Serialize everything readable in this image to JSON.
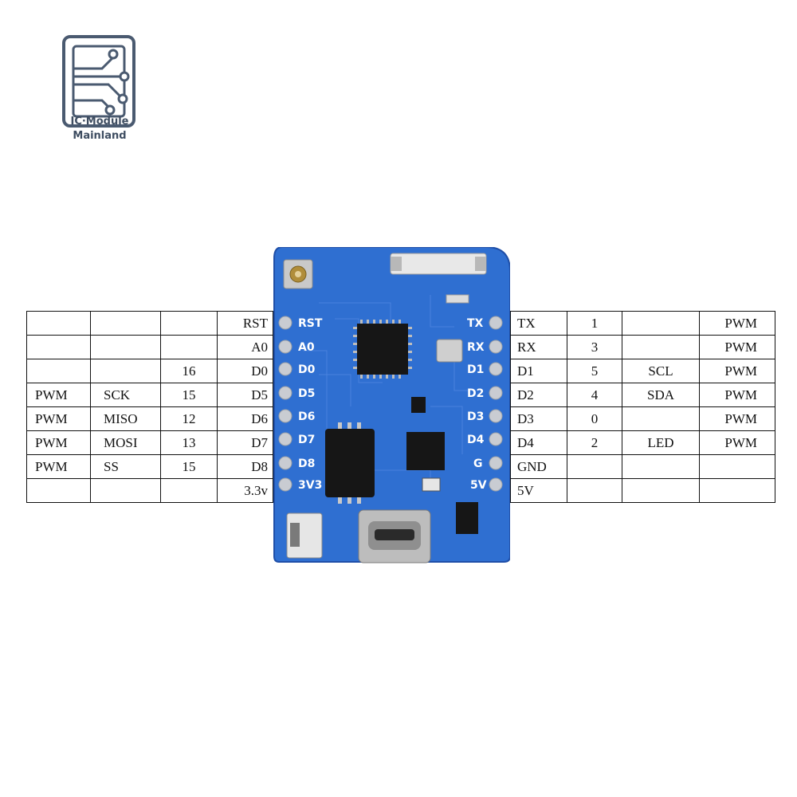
{
  "logo": {
    "line1": "IC·Module",
    "line2": "Mainland"
  },
  "board": {
    "left_silk": [
      "RST",
      "A0",
      "D0",
      "D5",
      "D6",
      "D7",
      "D8",
      "3V3"
    ],
    "right_silk": [
      "TX",
      "RX",
      "D1",
      "D2",
      "D3",
      "D4",
      "G",
      "5V"
    ]
  },
  "left_rows": [
    [
      "",
      "",
      "",
      "RST"
    ],
    [
      "",
      "",
      "",
      "A0"
    ],
    [
      "",
      "",
      "16",
      "D0"
    ],
    [
      "PWM",
      "SCK",
      "15",
      "D5"
    ],
    [
      "PWM",
      "MISO",
      "12",
      "D6"
    ],
    [
      "PWM",
      "MOSI",
      "13",
      "D7"
    ],
    [
      "PWM",
      "SS",
      "15",
      "D8"
    ],
    [
      "",
      "",
      "",
      "3.3v"
    ]
  ],
  "right_rows": [
    [
      "TX",
      "1",
      "",
      "PWM"
    ],
    [
      "RX",
      "3",
      "",
      "PWM"
    ],
    [
      "D1",
      "5",
      "SCL",
      "PWM"
    ],
    [
      "D2",
      "4",
      "SDA",
      "PWM"
    ],
    [
      "D3",
      "0",
      "",
      "PWM"
    ],
    [
      "D4",
      "2",
      "LED",
      "PWM"
    ],
    [
      "GND",
      "",
      "",
      ""
    ],
    [
      "5V",
      "",
      "",
      ""
    ]
  ],
  "colors": {
    "pcb": "#2f6fd1",
    "pcb_dark": "#1f4fa8",
    "pad": "#d8d8d8",
    "chip": "#161616",
    "logo": "#4a5a70"
  }
}
